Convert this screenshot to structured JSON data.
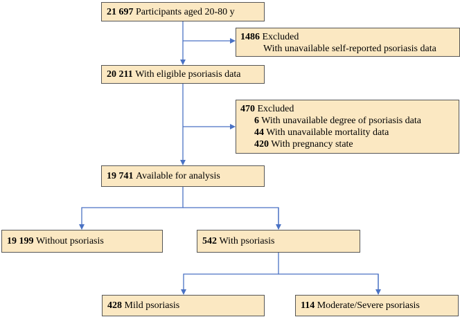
{
  "colors": {
    "box_fill": "#fbe8c2",
    "box_border": "#555555",
    "connector": "#4a72c4"
  },
  "boxes": {
    "participants": {
      "count": "21 697",
      "label": "Participants aged 20-80 y"
    },
    "excluded1": {
      "count": "1486",
      "label": "Excluded",
      "reasons": [
        {
          "count": "",
          "label": "With unavailable self-reported psoriasis data"
        }
      ]
    },
    "eligible": {
      "count": "20 211",
      "label": "With eligible psoriasis data"
    },
    "excluded2": {
      "count": "470",
      "label": "Excluded",
      "reasons": [
        {
          "count": "6",
          "label": " With  unavailable degree of psoriasis data"
        },
        {
          "count": "44",
          "label": " With unavailable mortality data"
        },
        {
          "count": "420",
          "label": " With pregnancy state"
        }
      ]
    },
    "available": {
      "count": "19 741",
      "label": "Available for analysis"
    },
    "without": {
      "count": "19 199",
      "label": "Without psoriasis"
    },
    "with": {
      "count": "542",
      "label": "With psoriasis"
    },
    "mild": {
      "count": "428",
      "label": "Mild psoriasis"
    },
    "severe": {
      "count": "114",
      "label": "Moderate/Severe psoriasis"
    }
  }
}
